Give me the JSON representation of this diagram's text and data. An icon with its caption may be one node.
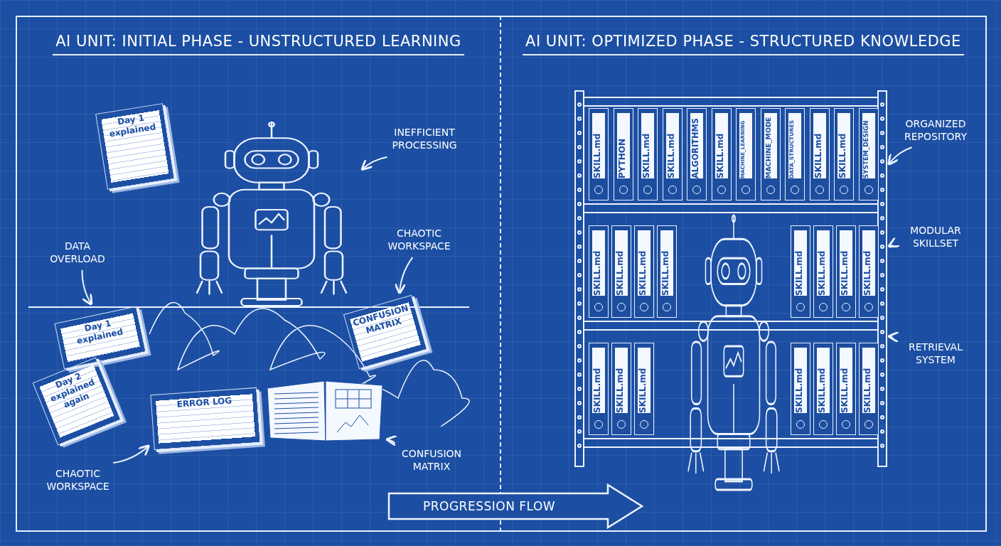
{
  "diagram": {
    "nodes": [
      {
        "text": [
          "AI UNIT: INITIAL PHASE - UNSTRUCTURED LEARNING"
        ]
      },
      {
        "text": [
          "AI UNIT: OPTIMIZED PHASE - STRUCTURED KNOWLEDGE"
        ]
      },
      {
        "text": [],
        "shape": "picture",
        "in": 0
      },
      {
        "text": [
          "Day 1 explained"
        ],
        "in": 0
      },
      {
        "text": [
          "INEFFICIENT PROCESSING"
        ],
        "in": 0
      },
      {
        "text": [
          "DATA OVERLOAD"
        ],
        "in": 0
      },
      {
        "text": [
          "CHAOTIC WORKSPACE"
        ],
        "in": 0
      },
      {
        "text": [
          "Day 1 explained"
        ],
        "in": 0
      },
      {
        "text": [
          "CONFUSION MATRIX"
        ],
        "in": 0
      },
      {
        "text": [
          "Day 2 explained again"
        ],
        "in": 0
      },
      {
        "text": [
          "ERROR LOG"
        ],
        "in": 0
      },
      {
        "text": [],
        "shape": "picture",
        "in": 0
      },
      {
        "text": [
          "CONFUSION MATRIX"
        ],
        "in": 0
      },
      {
        "text": [
          "CHAOTIC WORKSPACE"
        ],
        "in": 0
      },
      {
        "text": [],
        "shape": "picture",
        "in": 1
      },
      {
        "text": [
          "SKILL.md"
        ],
        "in": 14
      },
      {
        "text": [
          "PYTHON"
        ],
        "in": 14
      },
      {
        "text": [
          "SKILL.md"
        ],
        "in": 14
      },
      {
        "text": [
          "SKILL.md"
        ],
        "in": 14
      },
      {
        "text": [
          "ALGORITHMS"
        ],
        "in": 14
      },
      {
        "text": [
          "SKILL.md"
        ],
        "in": 14
      },
      {
        "text": [
          "MACHINE_LEARNING"
        ],
        "in": 14
      },
      {
        "text": [
          "MACHINE_MODE"
        ],
        "in": 14
      },
      {
        "text": [
          "DATA_STRUCTURES"
        ],
        "in": 14
      },
      {
        "text": [
          "SKILL.md"
        ],
        "in": 14
      },
      {
        "text": [
          "SKILL.md"
        ],
        "in": 14
      },
      {
        "text": [
          "SYSTEM_DESIGN"
        ],
        "in": 14
      },
      {
        "text": [
          "SKILL.md"
        ],
        "in": 14
      },
      {
        "text": [
          "SKILL.md"
        ],
        "in": 14
      },
      {
        "text": [
          "SKILL.md"
        ],
        "in": 14
      },
      {
        "text": [
          "SKILL.md"
        ],
        "in": 14
      },
      {
        "text": [
          "SKILL.md"
        ],
        "in": 14
      },
      {
        "text": [
          "SKILL.md"
        ],
        "in": 14
      },
      {
        "text": [
          "SKILL.md"
        ],
        "in": 14
      },
      {
        "text": [
          "SKILL.md"
        ],
        "in": 14
      },
      {
        "text": [
          "SKILL.md"
        ],
        "in": 14
      },
      {
        "text": [
          "SKILL.md"
        ],
        "in": 14
      },
      {
        "text": [
          "SKILL.md"
        ],
        "in": 14
      },
      {
        "text": [
          "SKILL.md"
        ],
        "in": 14
      },
      {
        "text": [
          "SKILL.md"
        ],
        "in": 14
      },
      {
        "text": [
          "SKILL.md"
        ],
        "in": 14
      },
      {
        "text": [
          "SKILL.md"
        ],
        "in": 14
      },
      {
        "text": [],
        "shape": "picture",
        "in": 1
      },
      {
        "text": [
          "ORGANIZED REPOSITORY"
        ],
        "in": 1
      },
      {
        "text": [
          "MODULAR SKILLSET"
        ],
        "in": 1
      },
      {
        "text": [
          "RETRIEVAL SYSTEM"
        ],
        "in": 1
      },
      {
        "text": [
          "PROGRESSION FLOW"
        ]
      }
    ],
    "edges": [
      {
        "from": 4,
        "to": 2,
        "arrow": "to"
      },
      {
        "from": 5,
        "to": 7,
        "arrow": "to"
      },
      {
        "from": 6,
        "to": 8,
        "arrow": "to"
      },
      {
        "from": 13,
        "to": 10,
        "arrow": "to"
      },
      {
        "from": 12,
        "to": 11,
        "arrow": "to"
      },
      {
        "from": 43,
        "to": 14,
        "arrow": "to"
      },
      {
        "from": 44,
        "to": 14,
        "arrow": "to"
      },
      {
        "from": 45,
        "to": 14,
        "arrow": "to"
      }
    ]
  }
}
